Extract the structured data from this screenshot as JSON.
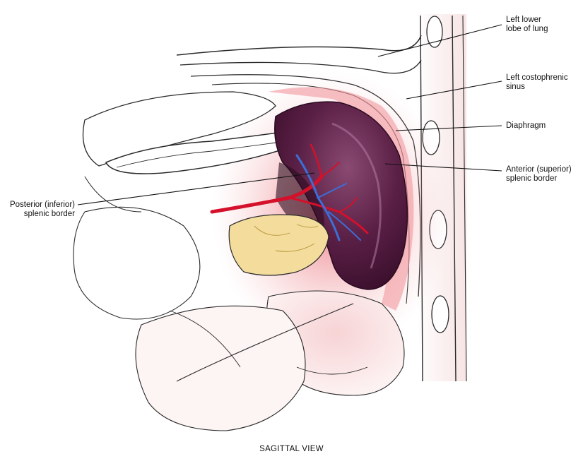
{
  "labels": {
    "left_lower_lobe": "Left lower\nlobe of lung",
    "costophrenic_sinus": "Left costophrenic\nsinus",
    "diaphragm": "Diaphragm",
    "anterior_border": "Anterior (superior)\nsplenic border",
    "posterior_border": "Posterior (inferior)\nsplenic border"
  },
  "caption": "SAGITTAL VIEW",
  "colors": {
    "spleen": "#4a1838",
    "spleen_highlight": "#8a4a72",
    "artery": "#d4102a",
    "vein": "#3a6fd8",
    "pancreas": "#f3dc9c",
    "peritoneum_blush": "#f2a0a6",
    "outline": "#2a2a2a"
  }
}
